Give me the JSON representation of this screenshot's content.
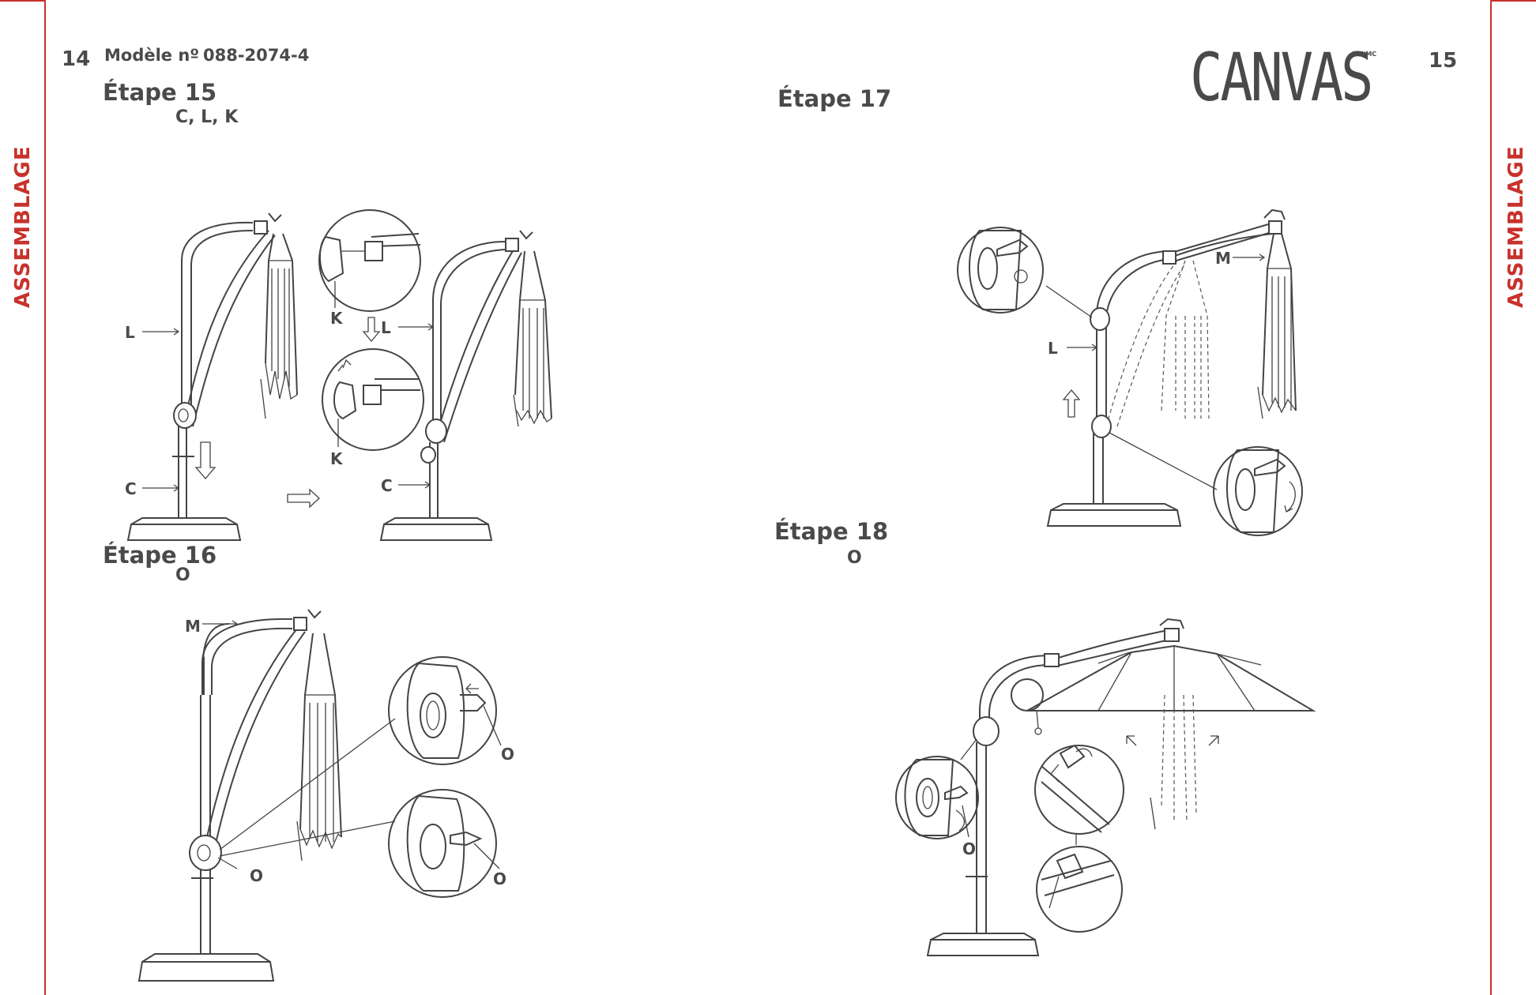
{
  "left_page": {
    "page_number": "14",
    "model_label": "Modèle nº",
    "model_number": "088-2074-4",
    "section_tab": "ASSEMBLAGE"
  },
  "right_page": {
    "page_number": "15",
    "brand": "CANVAS",
    "brand_mark": "TM/MC",
    "section_tab": "ASSEMBLAGE"
  },
  "steps": [
    {
      "title": "Étape 15",
      "parts": "C, L, K",
      "callouts": [
        "L",
        "C",
        "K",
        "K",
        "L",
        "C"
      ]
    },
    {
      "title": "Étape 16",
      "parts": "O",
      "callouts": [
        "M",
        "O",
        "O",
        "O"
      ]
    },
    {
      "title": "Étape 17",
      "parts": "",
      "callouts": [
        "M",
        "L"
      ]
    },
    {
      "title": "Étape 18",
      "parts": "O",
      "callouts": [
        "O"
      ]
    }
  ],
  "colors": {
    "accent": "#c8322c",
    "text": "#4a4a4a",
    "line": "#444444"
  }
}
